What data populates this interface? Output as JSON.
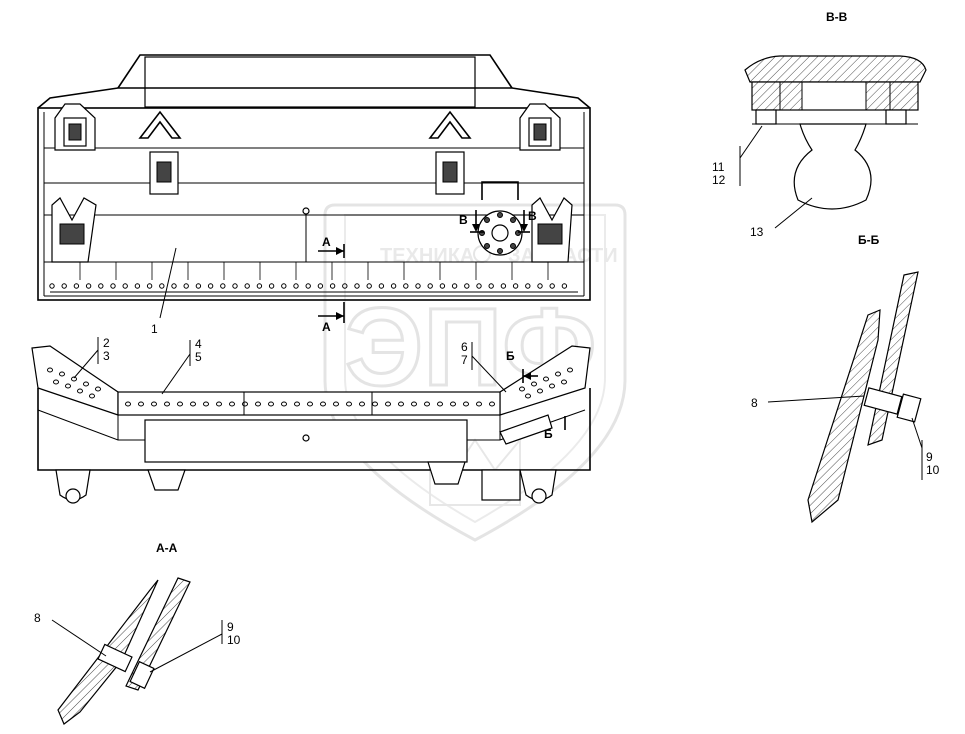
{
  "watermark": {
    "brand_line": "ТЕХНИКА",
    "brand_line2": "ЗАПЧАСТИ",
    "logo_letters": "ЭПФ"
  },
  "sections": {
    "bb_title": "В-В",
    "bbb_title": "Б-Б",
    "aa_title": "А-А"
  },
  "section_marks": {
    "a_upper": "А",
    "a_lower": "А",
    "v_left": "В",
    "v_right": "В",
    "b_upper": "Б",
    "b_lower": "Б"
  },
  "callouts": {
    "c1": "1",
    "c2": "2",
    "c3": "3",
    "c4": "4",
    "c5": "5",
    "c6": "6",
    "c7": "7",
    "c8_bb": "8",
    "c9_bb": "9",
    "c10_bb": "10",
    "c11": "11",
    "c12": "12",
    "c13": "13",
    "c8_aa": "8",
    "c9_aa": "9",
    "c10_aa": "10"
  }
}
